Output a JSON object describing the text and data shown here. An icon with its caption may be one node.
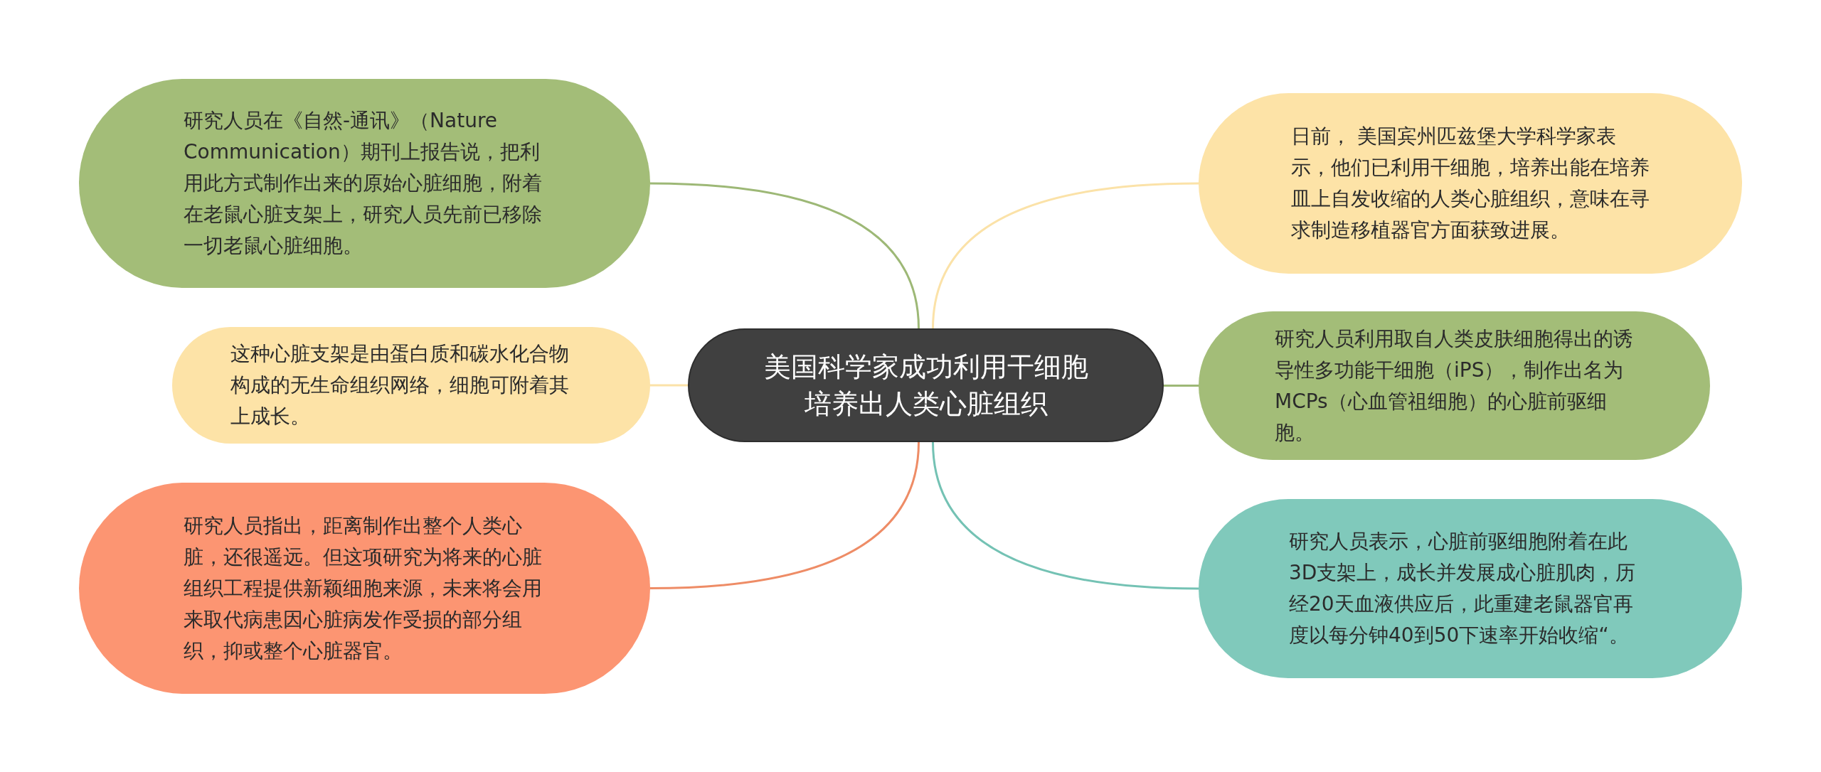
{
  "diagram": {
    "nodes": [
      {
        "text": [
          "美国科学家成功利用干细胞培养出人类心脏组织"
        ]
      },
      {
        "text": [
          "研究人员在《自然-通讯》（Nature Communication）期刊上报告说，把利用此方式制作出来的原始心脏细胞，附着在老鼠心脏支架上，研究人员先前已移除一切老鼠心脏细胞。"
        ]
      },
      {
        "text": [
          "这种心脏支架是由蛋白质和碳水化合物构成的无生命组织网络，细胞可附着其上成长。"
        ]
      },
      {
        "text": [
          "研究人员指出，距离制作出整个人类心脏，还很遥远。但这项研究为将来的心脏组织工程提供新颖细胞来源，未来将会用来取代病患因心脏病发作受损的部分组织，抑或整个心脏器官。"
        ]
      },
      {
        "text": [
          "日前， 美国宾州匹兹堡大学科学家表示，他们已利用干细胞，培养出能在培养皿上自发收缩的人类心脏组织，意味在寻求制造移植器官方面获致进展。"
        ]
      },
      {
        "text": [
          "研究人员利用取自人类皮肤细胞得出的诱导性多功能干细胞（iPS），制作出名为 MCPs（心血管祖细胞）的心脏前驱细胞。"
        ]
      },
      {
        "text": [
          "研究人员表示，心脏前驱细胞附着在此3D支架上，成长并发展成心脏肌肉，历经20天血液供应后，此重建老鼠器官再度以每分钟40到50下速率开始收缩“。"
        ]
      }
    ],
    "edges": [
      {
        "from": 0,
        "to": 1,
        "arrow": "none",
        "color": "#9db876"
      },
      {
        "from": 0,
        "to": 2,
        "arrow": "none",
        "color": "#fbe2a8"
      },
      {
        "from": 0,
        "to": 3,
        "arrow": "none",
        "color": "#ee8c66"
      },
      {
        "from": 0,
        "to": 4,
        "arrow": "none",
        "color": "#fbe2a8"
      },
      {
        "from": 0,
        "to": 5,
        "arrow": "none",
        "color": "#9db876"
      },
      {
        "from": 0,
        "to": 6,
        "arrow": "none",
        "color": "#74c2b4"
      }
    ]
  }
}
